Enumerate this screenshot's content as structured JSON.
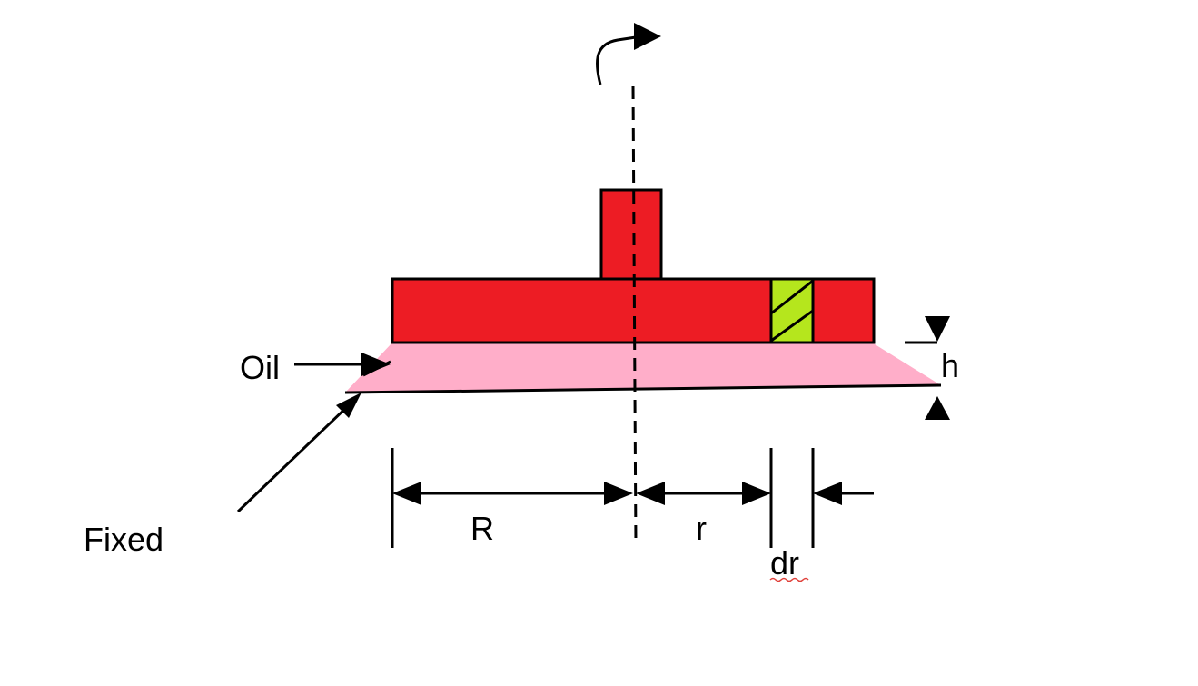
{
  "labels": {
    "oil": "Oil",
    "fixed": "Fixed",
    "radius": "R",
    "r": "r",
    "dr": "dr",
    "h": "h"
  },
  "colors": {
    "disc": "#ed1c24",
    "oil_film": "#ffaec9",
    "element_strip": "#b5e61d",
    "stroke": "#000000",
    "spell_underline": "#e0403a"
  }
}
